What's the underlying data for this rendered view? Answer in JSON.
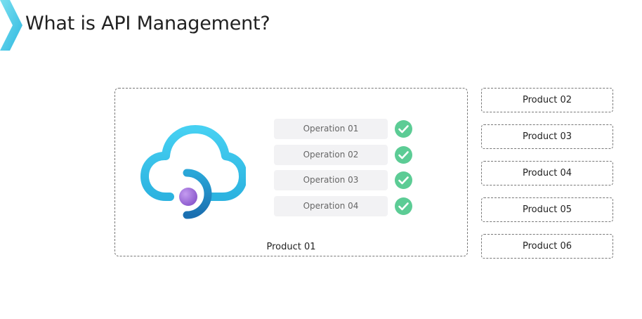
{
  "title": "What is API Management?",
  "main_product": {
    "label": "Product 01",
    "operations": [
      {
        "label": "Operation 01",
        "status_icon": "check-icon"
      },
      {
        "label": "Operation 02",
        "status_icon": "check-icon"
      },
      {
        "label": "Operation 03",
        "status_icon": "check-icon"
      },
      {
        "label": "Operation 04",
        "status_icon": "check-icon"
      }
    ]
  },
  "products": [
    {
      "label": "Product 02"
    },
    {
      "label": "Product 03"
    },
    {
      "label": "Product 04"
    },
    {
      "label": "Product 05"
    },
    {
      "label": "Product 06"
    }
  ],
  "colors": {
    "accent_cyan": "#3cc6ec",
    "accent_blue": "#1e8bc8",
    "dot_purple": "#9b6bd8",
    "check_green": "#5ccc95"
  }
}
